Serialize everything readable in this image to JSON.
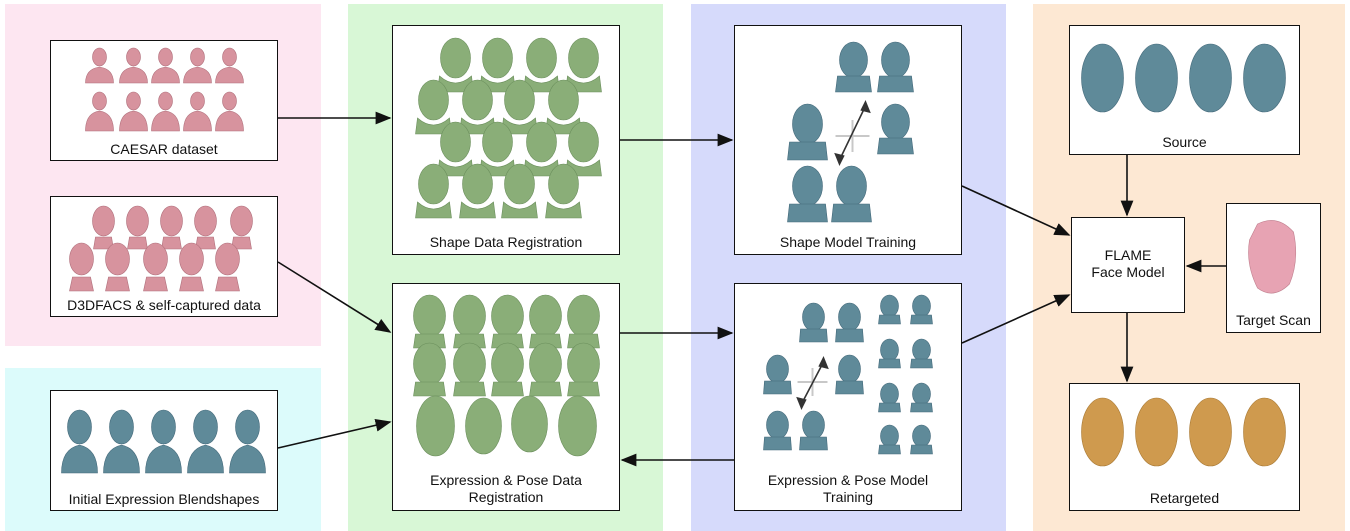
{
  "colors": {
    "pink_region": "#fde6f1",
    "cyan_region": "#dcfbfb",
    "green_region": "#d8f7d6",
    "blue_region": "#d6dafb",
    "orange_region": "#fde8d3",
    "pink_head": "#d7939e",
    "green_head": "#8aae78",
    "blue_head": "#5f8a99",
    "tan_head": "#cf9a4e",
    "target_head": "#e7a3b3"
  },
  "boxes": {
    "caesar": {
      "label": "CAESAR dataset"
    },
    "d3dfacs": {
      "label": "D3DFACS & self-captured data"
    },
    "initial_blendshapes": {
      "label": "Initial Expression Blendshapes"
    },
    "shape_registration": {
      "label": "Shape Data Registration"
    },
    "expression_registration": {
      "label": "Expression & Pose Data\nRegistration"
    },
    "shape_training": {
      "label": "Shape Model Training"
    },
    "expression_training": {
      "label": "Expression & Pose Model\nTraining"
    },
    "source": {
      "label": "Source"
    },
    "flame": {
      "label": "FLAME\nFace Model"
    },
    "target_scan": {
      "label": "Target Scan"
    },
    "retargeted": {
      "label": "Retargeted"
    }
  }
}
